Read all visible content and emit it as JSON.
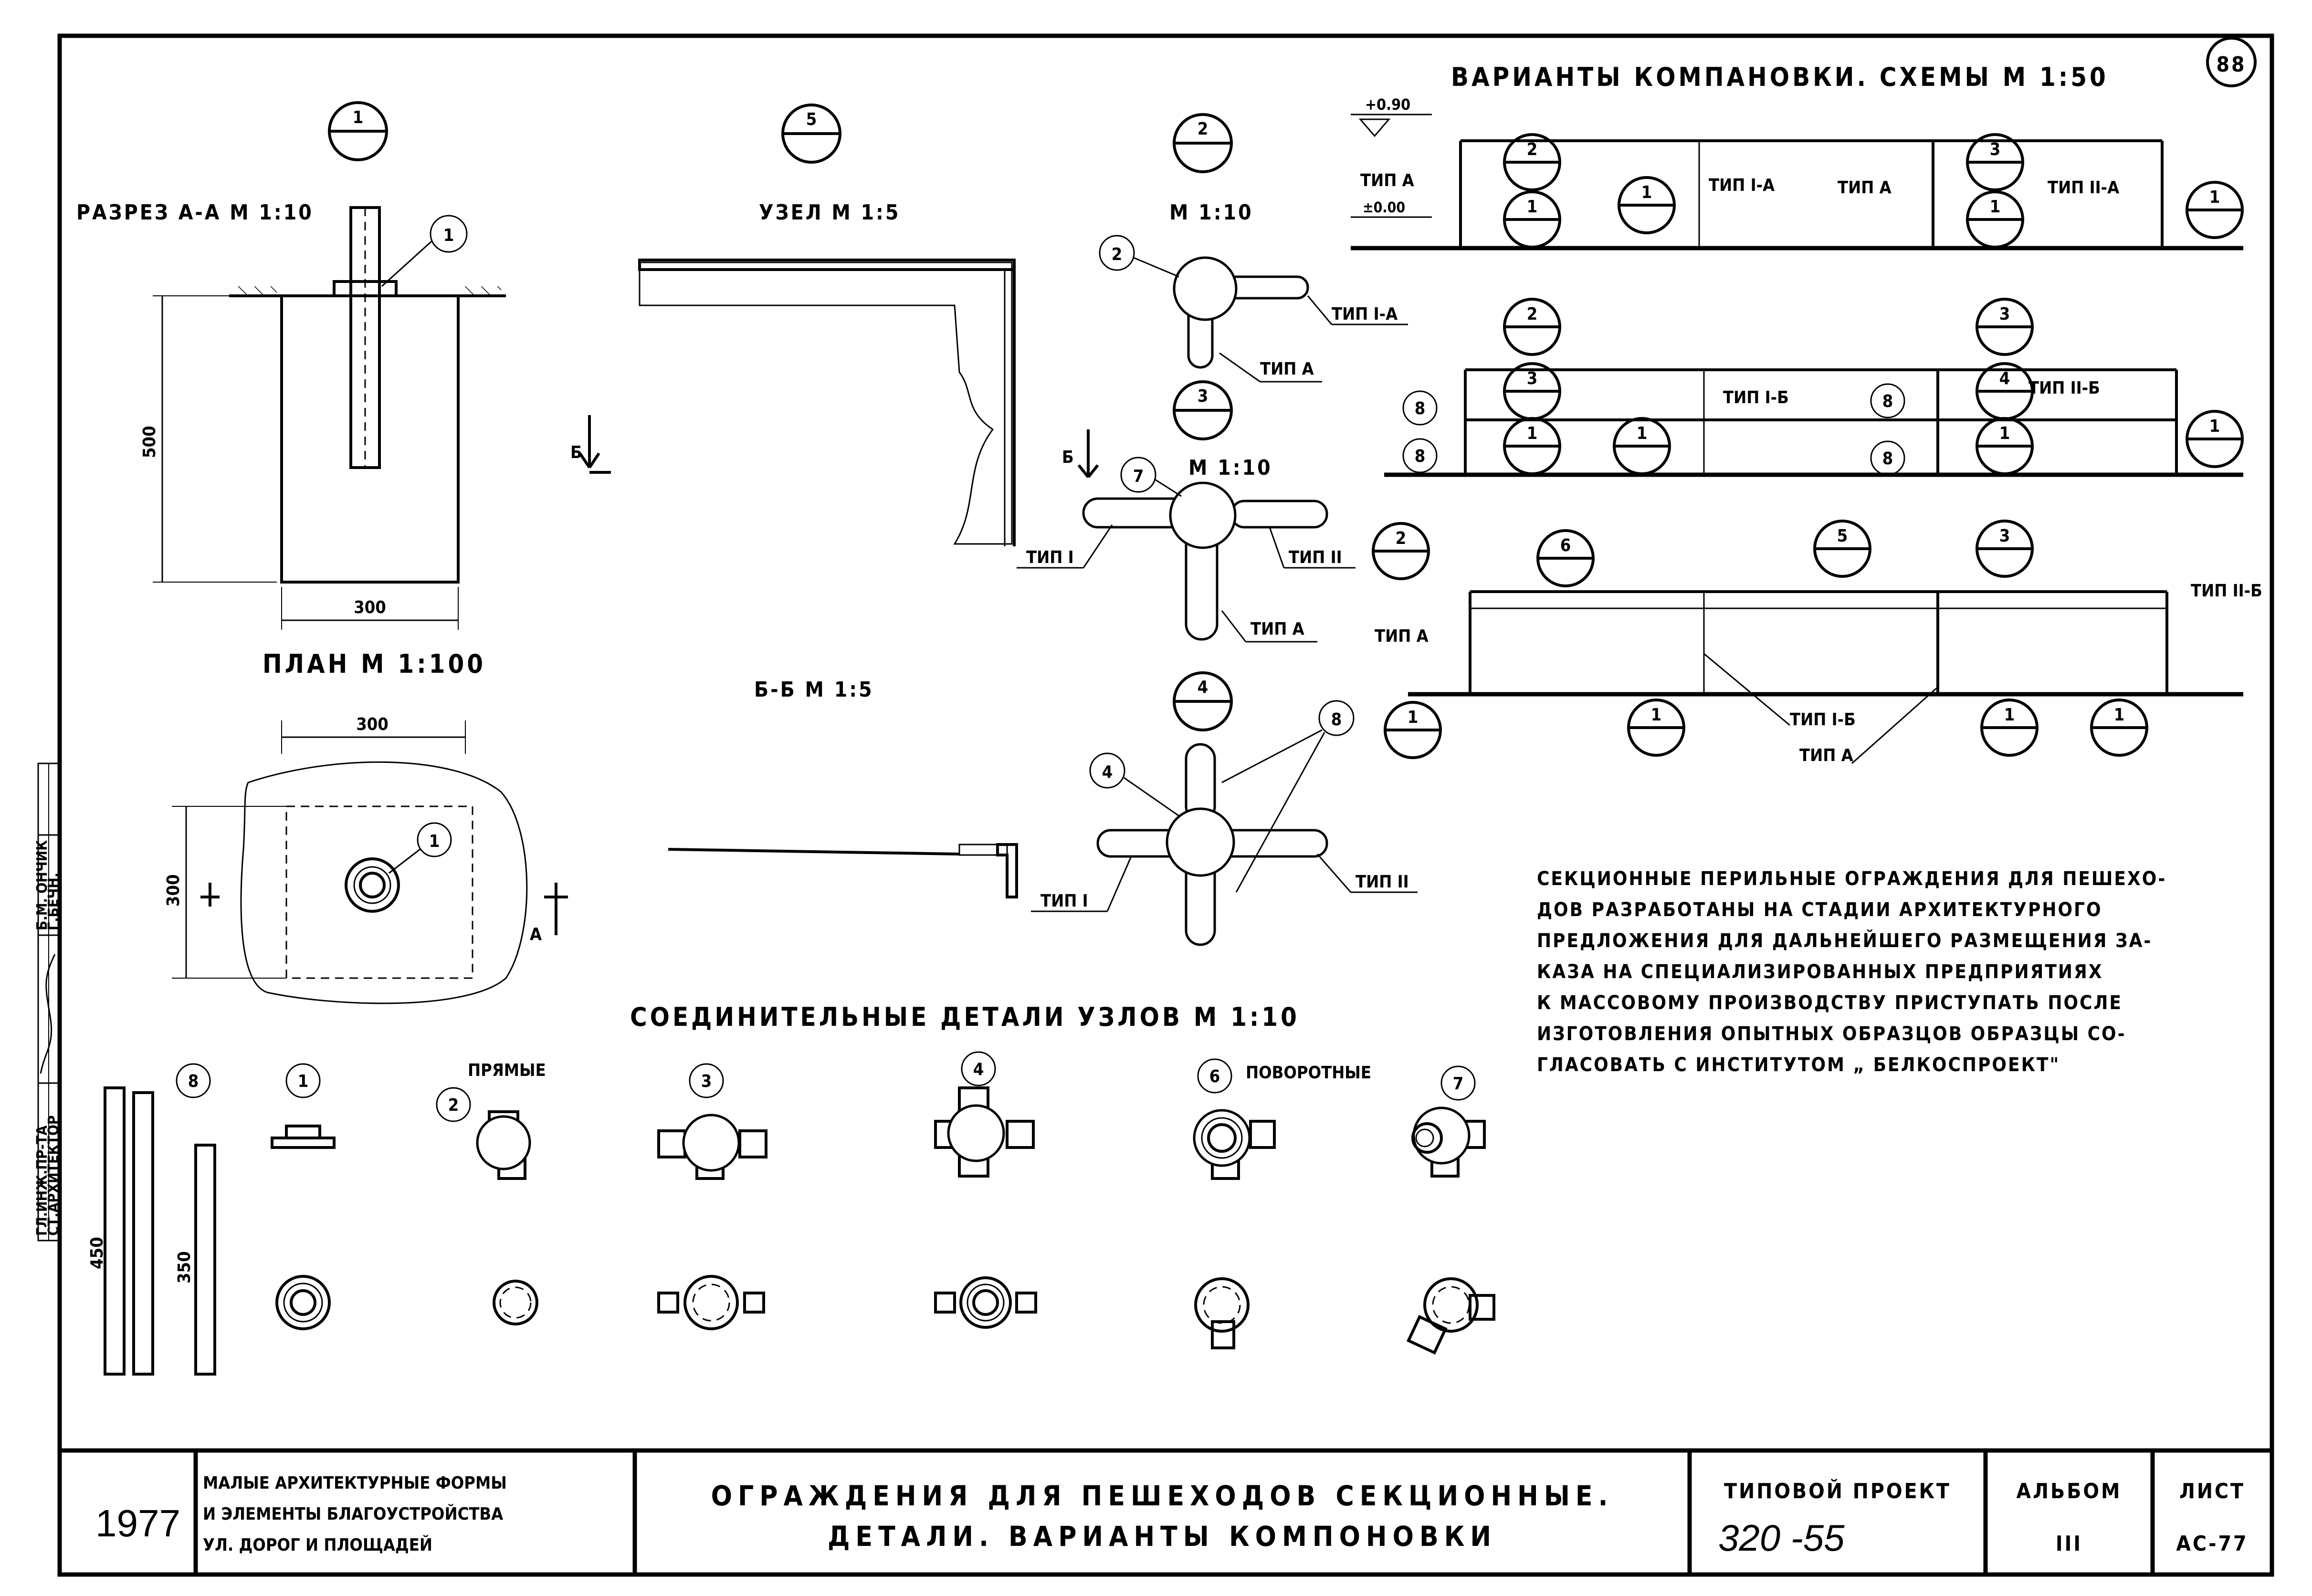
{
  "sheet_no": "88",
  "sections": {
    "s1": {
      "callout": "1",
      "title": "РАЗРЕЗ А-А М 1:10",
      "depth": "500",
      "width": "300"
    },
    "plan": {
      "title": "ПЛАН М 1:100",
      "width": "300",
      "height": "300",
      "callout": "1",
      "section_mark": "А"
    },
    "s5": {
      "callout": "5",
      "title": "УЗЕЛ М 1:5",
      "cut_mark": "Б"
    },
    "bb": {
      "title": "Б-Б М 1:5"
    },
    "s2": {
      "callout": "2",
      "title": "М 1:10",
      "leader": "2",
      "label_pipe": "ТИП I-А",
      "label_post": "ТИП А"
    },
    "s3": {
      "callout": "3",
      "title": "М 1:10",
      "leader": "7",
      "label_left": "ТИП I",
      "label_right": "ТИП II",
      "label_post": "ТИП А",
      "cut_mark": "Б"
    },
    "s4": {
      "callout": "4",
      "leader": "4",
      "leader2": "8",
      "label_left": "ТИП I",
      "label_right": "ТИП II"
    }
  },
  "schemes": {
    "title": "ВАРИАНТЫ КОМПАНОВКИ. СХЕМЫ М 1:50",
    "level_top": "+0.90",
    "level_zero": "±0.00",
    "row1": {
      "post_label": "ТИП А",
      "labels": [
        "ТИП I-А",
        "ТИП А",
        "ТИП II-А"
      ],
      "callouts": [
        "2",
        "1",
        "1",
        "3",
        "1",
        "1"
      ]
    },
    "row2": {
      "labels": [
        "ТИП I-Б",
        "ТИП II-Б"
      ],
      "callouts": [
        "2",
        "3",
        "8",
        "8",
        "1",
        "1",
        "3",
        "4",
        "8",
        "8",
        "1",
        "1"
      ]
    },
    "row3": {
      "post_label": "ТИП А",
      "labels": [
        "ТИП II-Б",
        "ТИП I-Б",
        "ТИП А"
      ],
      "callouts": [
        "2",
        "6",
        "5",
        "3",
        "1",
        "1",
        "1",
        "1"
      ]
    }
  },
  "connectors": {
    "title": "СОЕДИНИТЕЛЬНЫЕ ДЕТАЛИ УЗЛОВ М 1:10",
    "straight": "ПРЯМЫЕ",
    "turning": "ПОВОРОТНЫЕ",
    "callouts": [
      "8",
      "1",
      "2",
      "3",
      "4",
      "6",
      "7"
    ],
    "dim_long": "450",
    "dim_short": "350"
  },
  "note": [
    "СЕКЦИОННЫЕ ПЕРИЛЬНЫЕ ОГРАЖДЕНИЯ ДЛЯ ПЕШЕХО-",
    "ДОВ РАЗРАБОТАНЫ НА СТАДИИ АРХИТЕКТУРНОГО",
    "ПРЕДЛОЖЕНИЯ ДЛЯ ДАЛЬНЕЙШЕГО РАЗМЕЩЕНИЯ ЗА-",
    "КАЗА НА СПЕЦИАЛИЗИРОВАННЫХ ПРЕДПРИЯТИЯХ",
    "К МАССОВОМУ ПРОИЗВОДСТВУ ПРИСТУПАТЬ ПОСЛЕ",
    "ИЗГОТОВЛЕНИЯ ОПЫТНЫХ ОБРАЗЦОВ ОБРАЗЦЫ СО-",
    "ГЛАСОВАТЬ С ИНСТИТУТОМ „ БЕЛКОСПРОЕКТ\""
  ],
  "side_stamp": {
    "role1": "ГЛ.ИНЖ.ПР-ТА",
    "role2": "СТ.АРХИТЕКТОР",
    "name1": "Б.М. ОНЧИК",
    "name2": "Г.БЕЧН."
  },
  "title_block": {
    "year": "1977",
    "series": [
      "МАЛЫЕ АРХИТЕКТУРНЫЕ ФОРМЫ",
      "И ЭЛЕМЕНТЫ БЛАГОУСТРОЙСТВА",
      "УЛ. ДОРОГ И ПЛОЩАДЕЙ"
    ],
    "title_line1": "ОГРАЖДЕНИЯ ДЛЯ ПЕШЕХОДОВ СЕКЦИОННЫЕ.",
    "title_line2": "ДЕТАЛИ. ВАРИАНТЫ КОМПОНОВКИ",
    "project_label": "ТИПОВОЙ ПРОЕКТ",
    "project_no": "320 -55",
    "album_label": "АЛЬБОМ",
    "album_no": "III",
    "sheet_label": "ЛИСТ",
    "sheet_code": "АС-77"
  }
}
